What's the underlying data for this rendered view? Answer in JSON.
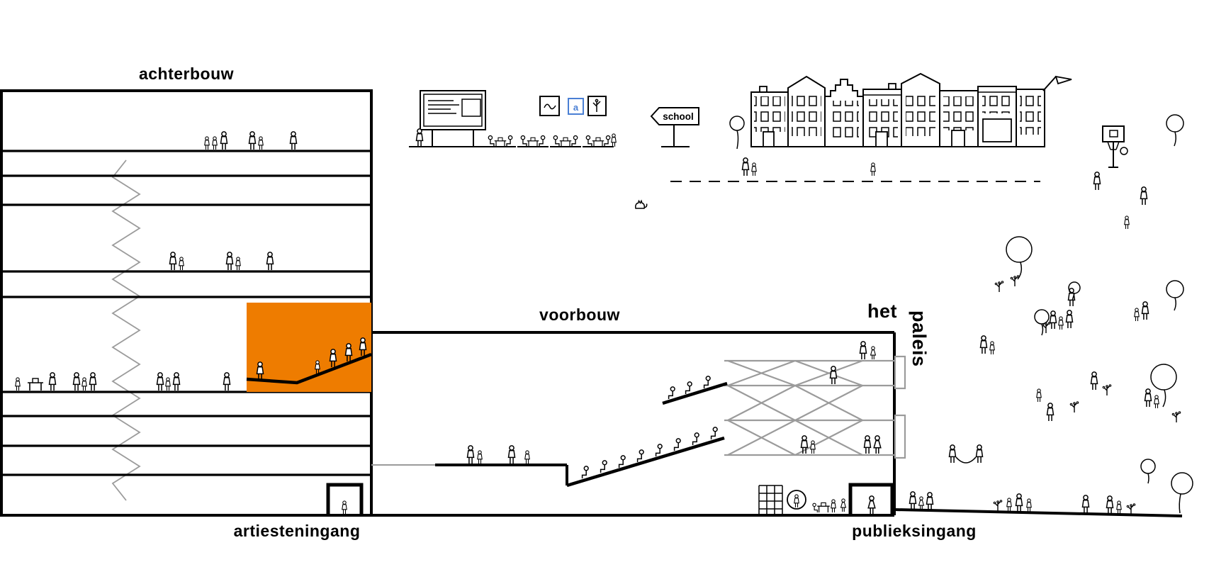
{
  "illustration": {
    "labels": {
      "back_building": "achterbouw",
      "front_building": "voorbouw",
      "artists_entrance": "artiesteningang",
      "public_entrance": "publieksingang",
      "logo_word_1": "het",
      "logo_word_2": "paleis",
      "school_sign": "school",
      "frame_letter": "a"
    },
    "colors": {
      "ink": "#000000",
      "structure_gray": "#9b9b9b",
      "stage_orange": "#ee7c00",
      "frame_blue": "#4a7fd4",
      "background": "#ffffff"
    }
  }
}
